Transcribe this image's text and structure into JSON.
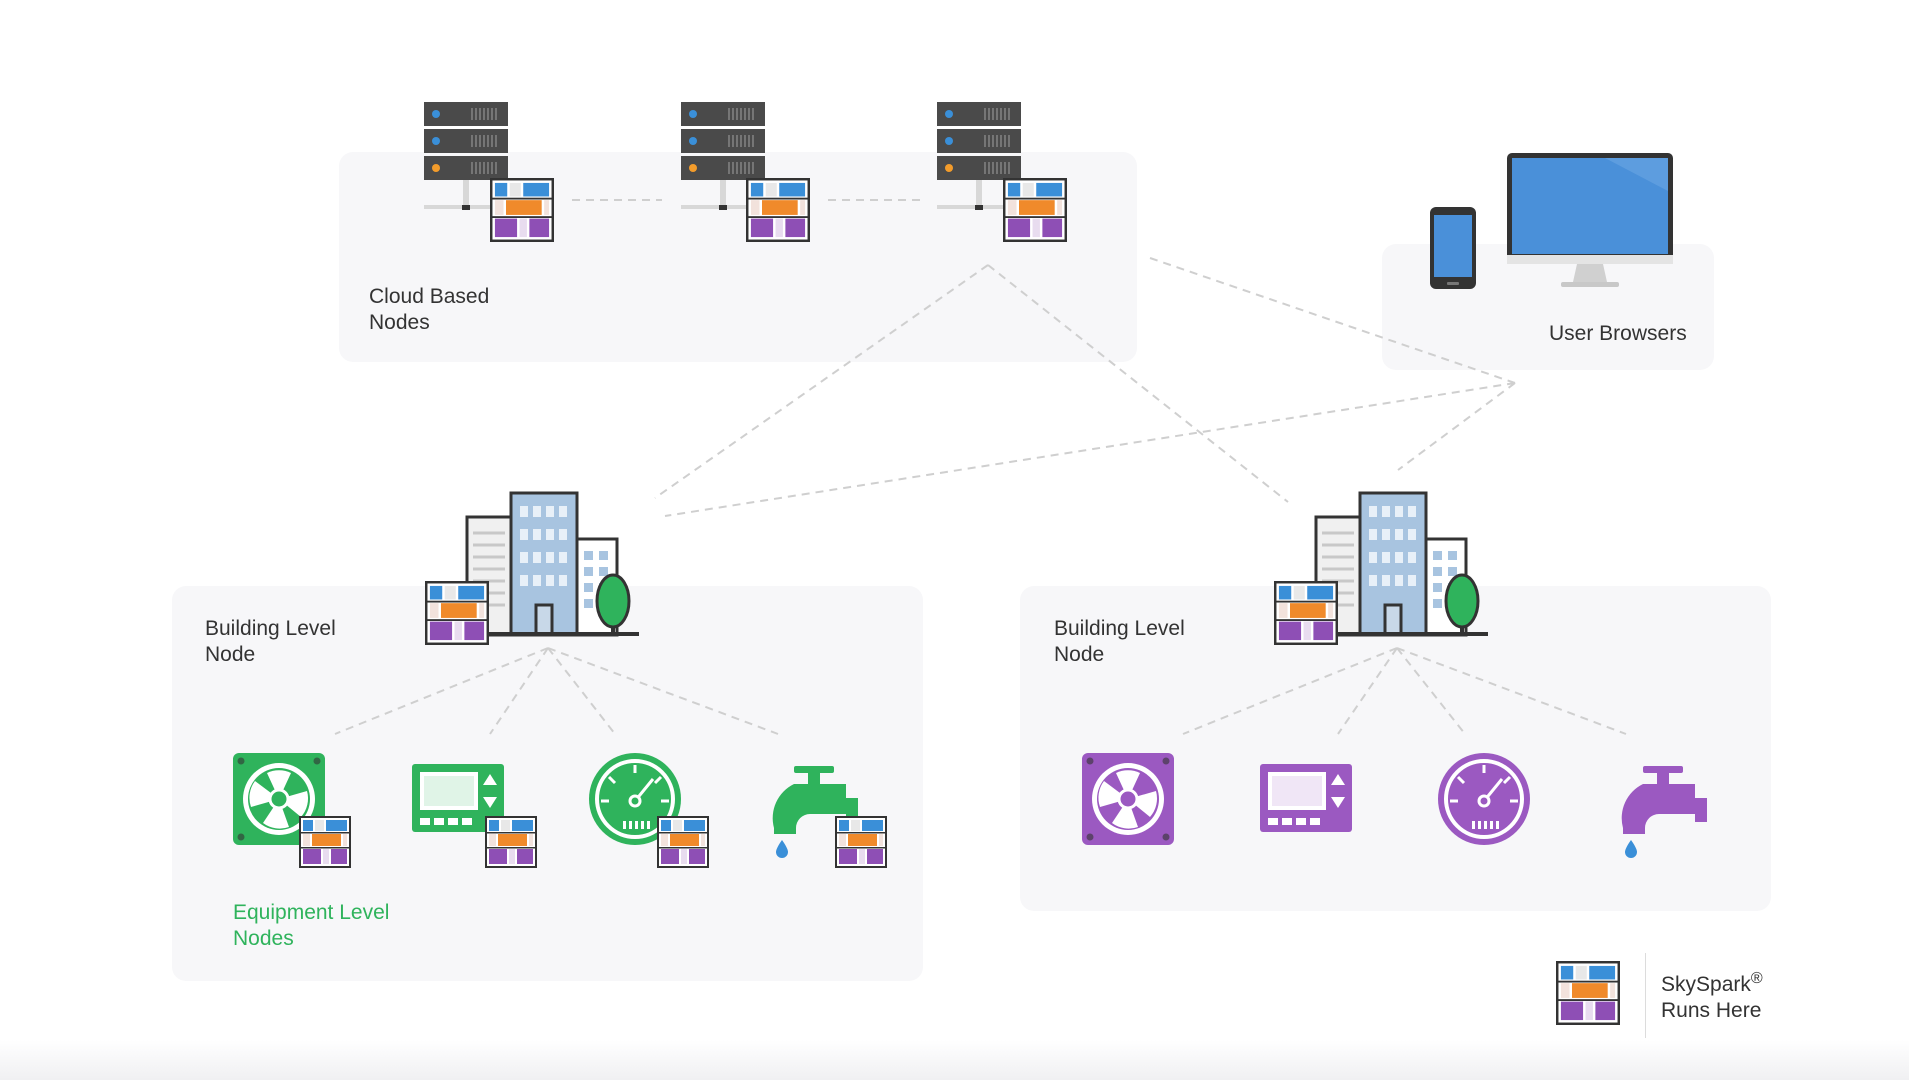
{
  "cloud": {
    "label_line1": "Cloud Based",
    "label_line2": "Nodes"
  },
  "browsers": {
    "label": "User Browsers"
  },
  "building_left": {
    "label_line1": "Building Level",
    "label_line2": "Node"
  },
  "building_right": {
    "label_line1": "Building Level",
    "label_line2": "Node"
  },
  "equipment": {
    "label_line1": "Equipment Level",
    "label_line2": "Nodes"
  },
  "legend": {
    "line1": "SkySpark",
    "reg": "®",
    "line2": "Runs Here"
  },
  "colors": {
    "panel": "#f7f7f9",
    "equipment_green": "#2fb35c",
    "equipment_purple": "#9b59c1",
    "skyspark_blue": "#3a8fd8",
    "skyspark_orange": "#f08a2b",
    "skyspark_purple": "#8e4fb5",
    "server_dark": "#4a4a4a",
    "screen_blue": "#4a90d9"
  },
  "icons": {
    "servers": [
      "server-rack-icon",
      "server-rack-icon",
      "server-rack-icon"
    ],
    "browsers": [
      "smartphone-icon",
      "desktop-monitor-icon"
    ],
    "buildings": [
      "building-cluster-icon",
      "building-cluster-icon"
    ],
    "equipment_left": [
      "fan-icon",
      "thermostat-icon",
      "gauge-meter-icon",
      "water-faucet-icon"
    ],
    "equipment_right": [
      "fan-icon",
      "thermostat-icon",
      "gauge-meter-icon",
      "water-faucet-icon"
    ],
    "badge": "skyspark-badge-icon"
  }
}
